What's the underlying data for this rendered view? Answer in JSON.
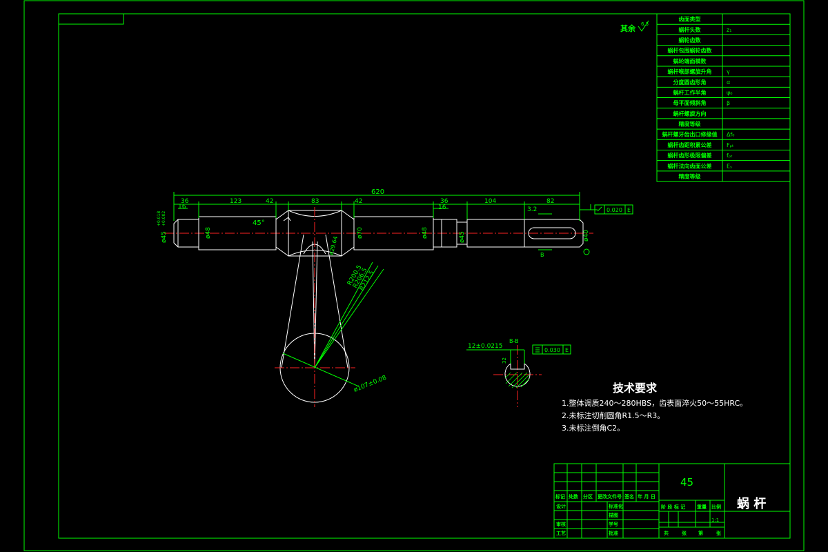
{
  "roughness": {
    "label": "其余",
    "value": "6.3"
  },
  "param_table": {
    "rows": [
      {
        "name": "齿面类型",
        "symbol": ""
      },
      {
        "name": "蜗杆头数",
        "symbol": "z₁"
      },
      {
        "name": "蜗轮齿数",
        "symbol": ""
      },
      {
        "name": "蜗杆包围蜗轮齿数",
        "symbol": ""
      },
      {
        "name": "蜗轮端面模数",
        "symbol": ""
      },
      {
        "name": "蜗杆喉部螺旋升角",
        "symbol": "γ"
      },
      {
        "name": "分度圆齿形角",
        "symbol": "α"
      },
      {
        "name": "蜗杆工作半角",
        "symbol": "ψ₀"
      },
      {
        "name": "母平面倾斜角",
        "symbol": "β"
      },
      {
        "name": "蜗杆螺旋方向",
        "symbol": ""
      },
      {
        "name": "精度等级",
        "symbol": ""
      },
      {
        "name": "蜗杆螺牙齿出口修缘值",
        "symbol": "Δf₀"
      },
      {
        "name": "蜗杆齿距积累公差",
        "symbol": "Fₚₜ"
      },
      {
        "name": "蜗杆齿形极限偏差",
        "symbol": "fₚₜ"
      },
      {
        "name": "蜗杆法向齿面公差",
        "symbol": "Eₛ"
      },
      {
        "name": "精度等级",
        "symbol": ""
      }
    ]
  },
  "dimensions": {
    "overall": "620",
    "d1": "36",
    "d2": "123",
    "d3": "42",
    "d4": "83",
    "d5": "42",
    "d6": "36",
    "d7": "104",
    "d8": "82",
    "c1": "16",
    "c2": "16",
    "c3": "3.2",
    "angle": "45°",
    "dia48a": "ø48",
    "dia70": "ø70",
    "dia48b": "ø48",
    "dia45a": "ø45",
    "dia45a_tol": "+0.018\n+0.002",
    "dia45b": "ø45",
    "dia40": "ø40",
    "throat": "ø29.64",
    "r1": "R200.5",
    "r2": "R206.5",
    "r3": "R212.5",
    "wheel_dia": "ø107±0.08",
    "flatness": "0.020",
    "flatness_ref": "E",
    "section_ref": "B"
  },
  "section": {
    "label": "B-B",
    "width": "12±0.0215",
    "depth": "32",
    "tol": "0.030",
    "tol_ref": "E"
  },
  "requirements": {
    "title": "技术要求",
    "items": [
      "1.整体调质240～280HBS，齿表面淬火50～55HRC。",
      "2.未标注切削圆角R1.5～R3。",
      "3.未标注倒角C2。"
    ]
  },
  "title_block": {
    "material": "45",
    "part_name": "蜗  杆",
    "revision_headers": [
      "标记",
      "处数",
      "分区",
      "更改文件号",
      "签名",
      "年 月 日"
    ],
    "left_labels": [
      "设计",
      "审核",
      "工艺"
    ],
    "mid_labels": [
      "标准化",
      "描图",
      "学号",
      "批准"
    ],
    "stage_labels": [
      "阶 段 标 记",
      "重量",
      "比例"
    ],
    "scale": "1:1",
    "sheet_labels": [
      "共",
      "张",
      "第",
      "张"
    ]
  }
}
